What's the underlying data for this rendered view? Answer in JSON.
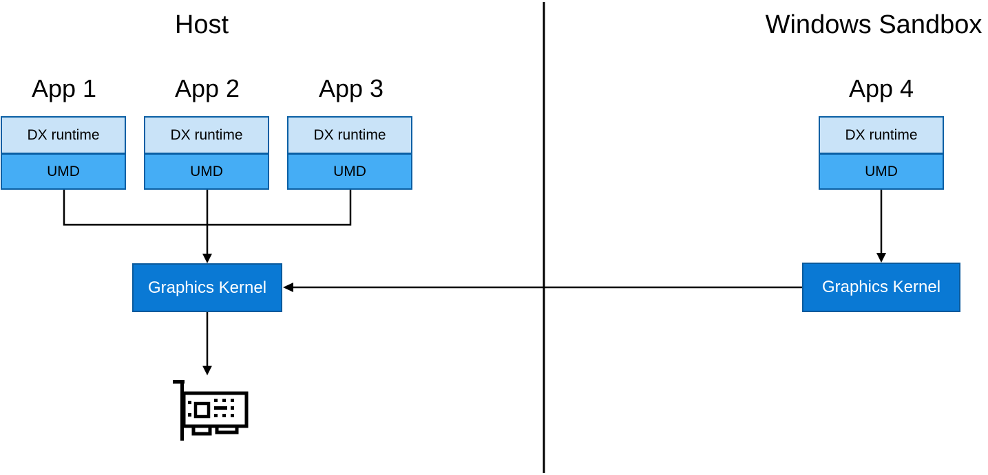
{
  "diagram": {
    "host": {
      "title": "Host",
      "apps": [
        {
          "label": "App 1",
          "layers": [
            "DX runtime",
            "UMD"
          ]
        },
        {
          "label": "App 2",
          "layers": [
            "DX runtime",
            "UMD"
          ]
        },
        {
          "label": "App 3",
          "layers": [
            "DX runtime",
            "UMD"
          ]
        }
      ],
      "kernel_label": "Graphics Kernel",
      "gpu_icon": "graphics-card-icon"
    },
    "sandbox": {
      "title": "Windows Sandbox",
      "apps": [
        {
          "label": "App 4",
          "layers": [
            "DX runtime",
            "UMD"
          ]
        }
      ],
      "kernel_label": "Graphics Kernel"
    },
    "colors": {
      "dx_runtime_fill": "#c9e3f8",
      "umd_fill": "#45adf5",
      "box_border": "#0a5fa4",
      "kernel_fill": "#0a79d4",
      "kernel_border": "#0a5a9c",
      "kernel_text": "#ffffff",
      "line": "#000000",
      "background": "#ffffff"
    }
  }
}
